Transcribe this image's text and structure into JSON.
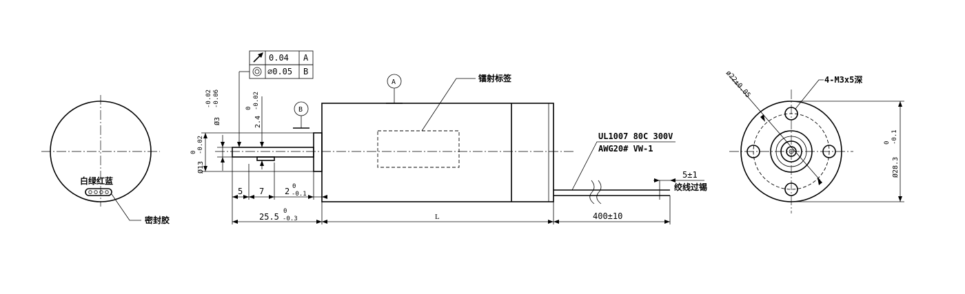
{
  "end_view_left": {
    "wire_colors": "白绿红蓝",
    "sealant_label": "密封胶"
  },
  "side_view": {
    "gdt_runout": {
      "value": "0.04",
      "datum": "A"
    },
    "gdt_concentricity": {
      "value": "∅0.05",
      "datum": "B"
    },
    "datum_a": "A",
    "datum_b": "B",
    "label_callout": "镭射标签",
    "shaft_dia": {
      "base": "Ø3",
      "upper": "-0.02",
      "lower": "-0.06"
    },
    "flat_dim": {
      "base": "2.4",
      "upper": "0",
      "lower": "-0.02"
    },
    "boss_dia": {
      "base": "Ø13",
      "upper": "0",
      "lower": "-0.02"
    },
    "dim_5": "5",
    "dim_7": "7",
    "boss_len": {
      "base": "2",
      "upper": "0",
      "lower": "-0.1"
    },
    "shaft_len": {
      "base": "25.5",
      "upper": "0",
      "lower": "-0.3"
    },
    "body_len": "L",
    "lead_len": "400±10",
    "wire_spec_1": "UL1007 80C 300V",
    "wire_spec_2": "AWG20# VW-1",
    "strip_len": "5±1",
    "strip_note": "绞线过锡"
  },
  "end_view_right": {
    "hole_callout": "4-M3x5深",
    "pcd": "ø22±0.05",
    "outer_dia": {
      "base": "Ø28.3",
      "upper": "0",
      "lower": "-0.1"
    }
  }
}
